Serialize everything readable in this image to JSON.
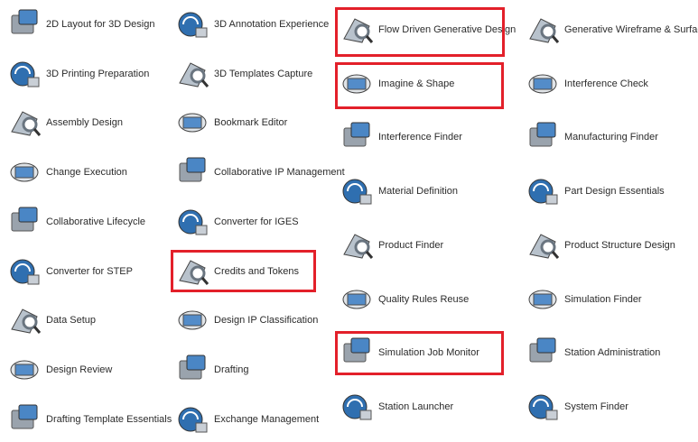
{
  "highlight_color": "#e3202a",
  "columns": [
    {
      "items": [
        {
          "label": "2D Layout for 3D Design",
          "icon": "layout-2d-icon"
        },
        {
          "label": "3D Printing Preparation",
          "icon": "printer-3d-icon"
        },
        {
          "label": "Assembly Design",
          "icon": "assembly-icon"
        },
        {
          "label": "Change Execution",
          "icon": "change-execution-icon"
        },
        {
          "label": "Collaborative Lifecycle",
          "icon": "lifecycle-icon"
        },
        {
          "label": "Converter for STEP",
          "icon": "converter-step-icon"
        },
        {
          "label": "Data Setup",
          "icon": "folder-gear-icon"
        },
        {
          "label": "Design Review",
          "icon": "design-review-icon"
        },
        {
          "label": "Drafting Template Essentials",
          "icon": "drafting-template-icon"
        }
      ]
    },
    {
      "items": [
        {
          "label": "3D Annotation Experience",
          "icon": "annotation-3d-icon"
        },
        {
          "label": "3D Templates Capture",
          "icon": "templates-capture-icon"
        },
        {
          "label": "Bookmark Editor",
          "icon": "bookmark-icon"
        },
        {
          "label": "Collaborative IP Management",
          "icon": "ip-management-icon"
        },
        {
          "label": "Converter for IGES",
          "icon": "converter-iges-icon"
        },
        {
          "label": "Credits and Tokens",
          "icon": "coins-icon",
          "highlighted": true
        },
        {
          "label": "Design IP Classification",
          "icon": "ip-classification-icon"
        },
        {
          "label": "Drafting",
          "icon": "drafting-icon"
        },
        {
          "label": "Exchange Management",
          "icon": "exchange-management-icon"
        }
      ]
    },
    {
      "items": [
        {
          "label": "Flow Driven Generative Design",
          "icon": "generative-design-icon",
          "highlighted": true
        },
        {
          "label": "Imagine & Shape",
          "icon": "imagine-shape-icon",
          "highlighted": true
        },
        {
          "label": "Interference Finder",
          "icon": "interference-finder-icon"
        },
        {
          "label": "Material Definition",
          "icon": "material-icon"
        },
        {
          "label": "Product Finder",
          "icon": "product-finder-icon"
        },
        {
          "label": "Quality Rules Reuse",
          "icon": "quality-rules-icon"
        },
        {
          "label": "Simulation Job Monitor",
          "icon": "job-monitor-icon",
          "highlighted": true
        },
        {
          "label": "Station Launcher",
          "icon": "station-launcher-icon"
        }
      ]
    },
    {
      "items": [
        {
          "label": "Generative Wireframe & Surface",
          "icon": "wireframe-surface-icon"
        },
        {
          "label": "Interference Check",
          "icon": "interference-check-icon"
        },
        {
          "label": "Manufacturing Finder",
          "icon": "manufacturing-finder-icon"
        },
        {
          "label": "Part Design Essentials",
          "icon": "part-design-icon"
        },
        {
          "label": "Product Structure Design",
          "icon": "product-structure-icon"
        },
        {
          "label": "Simulation Finder",
          "icon": "simulation-finder-icon"
        },
        {
          "label": "Station Administration",
          "icon": "station-admin-icon"
        },
        {
          "label": "System Finder",
          "icon": "system-finder-icon"
        }
      ]
    }
  ]
}
